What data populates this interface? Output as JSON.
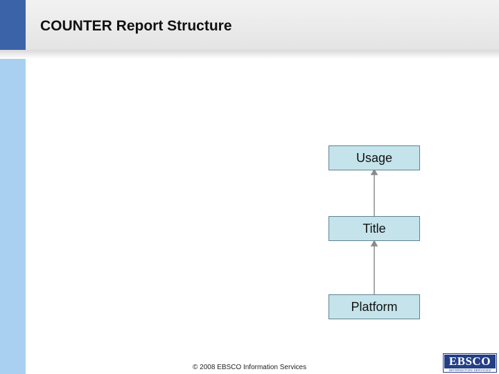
{
  "slide": {
    "title": "COUNTER Report Structure",
    "footer": "© 2008 EBSCO Information Services"
  },
  "diagram": {
    "nodes": [
      "Usage",
      "Title",
      "Platform"
    ],
    "edges": [
      {
        "from": "Platform",
        "to": "Title"
      },
      {
        "from": "Title",
        "to": "Usage"
      }
    ]
  },
  "logo": {
    "name": "EBSCO",
    "tagline": "INFORMATION SERVICES"
  },
  "colors": {
    "accent_dark": "#3b63a8",
    "accent_light": "#a9d0f0",
    "node_fill": "#c4e3eb",
    "logo": "#233f86"
  }
}
